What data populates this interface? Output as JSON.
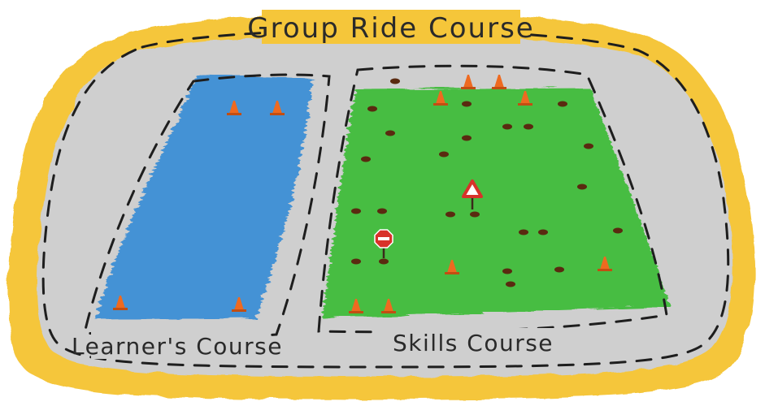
{
  "title": "Group Ride Course",
  "learners_course": {
    "label": "Learner's Course",
    "color": "#3d8fd6"
  },
  "skills_course": {
    "label": "Skills Course",
    "color": "#3fbd3a"
  },
  "colors": {
    "track_ring": "#f5c63a",
    "pavement": "#cdcdcd",
    "cone": "#ee6a20",
    "marker": "#5a2a10",
    "stop_sign": "#d8322a",
    "yield_sign": "#d8322a"
  },
  "icons": {
    "cone": "traffic-cone-icon",
    "marker": "ground-marker-icon",
    "stop": "stop-sign-icon",
    "yield": "yield-sign-icon"
  }
}
